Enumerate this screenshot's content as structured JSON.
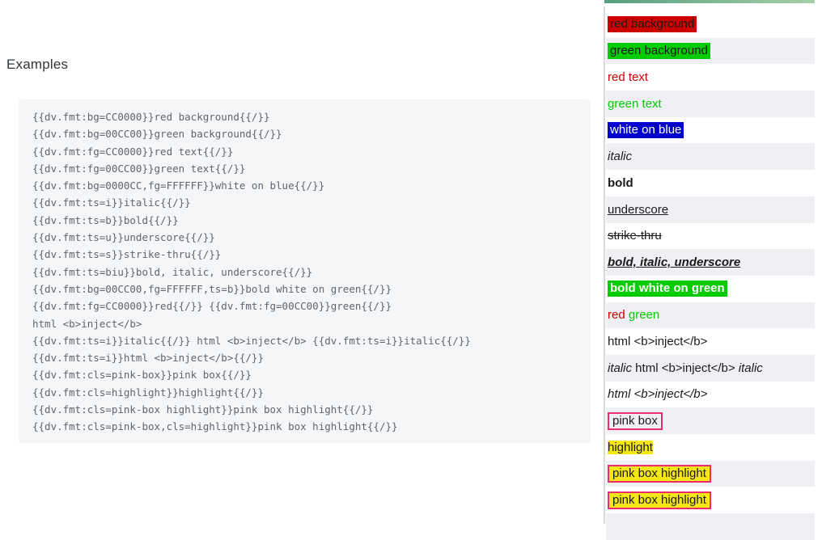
{
  "page": {
    "heading": "Examples"
  },
  "code_block": {
    "lines": [
      "{{dv.fmt:bg=CC0000}}red background{{/}}",
      "{{dv.fmt:bg=00CC00}}green background{{/}}",
      "{{dv.fmt:fg=CC0000}}red text{{/}}",
      "{{dv.fmt:fg=00CC00}}green text{{/}}",
      "{{dv.fmt:bg=0000CC,fg=FFFFFF}}white on blue{{/}}",
      "{{dv.fmt:ts=i}}italic{{/}}",
      "{{dv.fmt:ts=b}}bold{{/}}",
      "{{dv.fmt:ts=u}}underscore{{/}}",
      "{{dv.fmt:ts=s}}strike-thru{{/}}",
      "{{dv.fmt:ts=biu}}bold, italic, underscore{{/}}",
      "{{dv.fmt:bg=00CC00,fg=FFFFFF,ts=b}}bold white on green{{/}}",
      "{{dv.fmt:fg=CC0000}}red{{/}} {{dv.fmt:fg=00CC00}}green{{/}}",
      "html <b>inject</b>",
      "{{dv.fmt:ts=i}}italic{{/}} html <b>inject</b> {{dv.fmt:ts=i}}italic{{/}}",
      "{{dv.fmt:ts=i}}html <b>inject</b>{{/}}",
      "{{dv.fmt:cls=pink-box}}pink box{{/}}",
      "{{dv.fmt:cls=highlight}}highlight{{/}}",
      "{{dv.fmt:cls=pink-box highlight}}pink box highlight{{/}}",
      "{{dv.fmt:cls=pink-box,cls=highlight}}pink box highlight{{/}}"
    ]
  },
  "result_panel": {
    "colors": {
      "bar_gradient_left": "#569e81",
      "bar_gradient_right": "#a7cfa6",
      "stripe": "#eef0f4",
      "pink_box_border": "#eb2d6e",
      "highlight_bg": "#f5e616",
      "red": "#cc0000",
      "green": "#00cc00",
      "blue": "#0000cc",
      "white": "#ffffff"
    },
    "rows": [
      {
        "name": "red-background",
        "stripe": false,
        "segments": [
          {
            "text": "red background",
            "bg": "#cc0000"
          }
        ]
      },
      {
        "name": "green-background",
        "stripe": true,
        "segments": [
          {
            "text": "green background",
            "bg": "#00cc00"
          }
        ]
      },
      {
        "name": "red-text",
        "stripe": false,
        "segments": [
          {
            "text": "red text",
            "fg": "#cc0000"
          }
        ]
      },
      {
        "name": "green-text",
        "stripe": true,
        "segments": [
          {
            "text": "green text",
            "fg": "#00cc00"
          }
        ]
      },
      {
        "name": "white-on-blue",
        "stripe": false,
        "segments": [
          {
            "text": "white on blue",
            "bg": "#0000cc",
            "fg": "#ffffff"
          }
        ]
      },
      {
        "name": "italic",
        "stripe": true,
        "segments": [
          {
            "text": "italic",
            "i": true
          }
        ]
      },
      {
        "name": "bold",
        "stripe": false,
        "segments": [
          {
            "text": "bold",
            "b": true
          }
        ]
      },
      {
        "name": "underscore",
        "stripe": true,
        "segments": [
          {
            "text": "underscore",
            "u": true
          }
        ]
      },
      {
        "name": "strike-thru",
        "stripe": false,
        "segments": [
          {
            "text": "strike-thru",
            "s": true
          }
        ]
      },
      {
        "name": "bold-italic-underscore",
        "stripe": true,
        "segments": [
          {
            "text": "bold, italic, underscore",
            "b": true,
            "i": true,
            "u": true
          }
        ]
      },
      {
        "name": "bold-white-on-green",
        "stripe": false,
        "segments": [
          {
            "text": "bold white on green",
            "bg": "#00cc00",
            "fg": "#ffffff",
            "b": true
          }
        ]
      },
      {
        "name": "red-green",
        "stripe": true,
        "segments": [
          {
            "text": "red",
            "fg": "#cc0000"
          },
          {
            "text": " "
          },
          {
            "text": "green",
            "fg": "#00cc00"
          }
        ]
      },
      {
        "name": "html-inject",
        "stripe": false,
        "segments": [
          {
            "text": "html <b>inject</b>"
          }
        ]
      },
      {
        "name": "italic-html-inject-italic",
        "stripe": true,
        "segments": [
          {
            "text": "italic",
            "i": true
          },
          {
            "text": " html <b>inject</b> "
          },
          {
            "text": "italic",
            "i": true
          }
        ]
      },
      {
        "name": "italic-html-inject",
        "stripe": false,
        "segments": [
          {
            "text": "html <b>inject</b>",
            "i": true
          }
        ]
      },
      {
        "name": "pink-box",
        "stripe": true,
        "segments": [
          {
            "text": "pink box",
            "box": true
          }
        ]
      },
      {
        "name": "highlight",
        "stripe": false,
        "segments": [
          {
            "text": "highlight",
            "hl": true
          }
        ]
      },
      {
        "name": "pink-box-highlight-1",
        "stripe": true,
        "segments": [
          {
            "text": "pink box highlight",
            "box": true,
            "hl": true
          }
        ]
      },
      {
        "name": "pink-box-highlight-2",
        "stripe": false,
        "segments": [
          {
            "text": "pink box highlight",
            "box": true,
            "hl": true
          }
        ]
      },
      {
        "name": "empty-clipped-row",
        "stripe": true,
        "segments": []
      }
    ]
  }
}
